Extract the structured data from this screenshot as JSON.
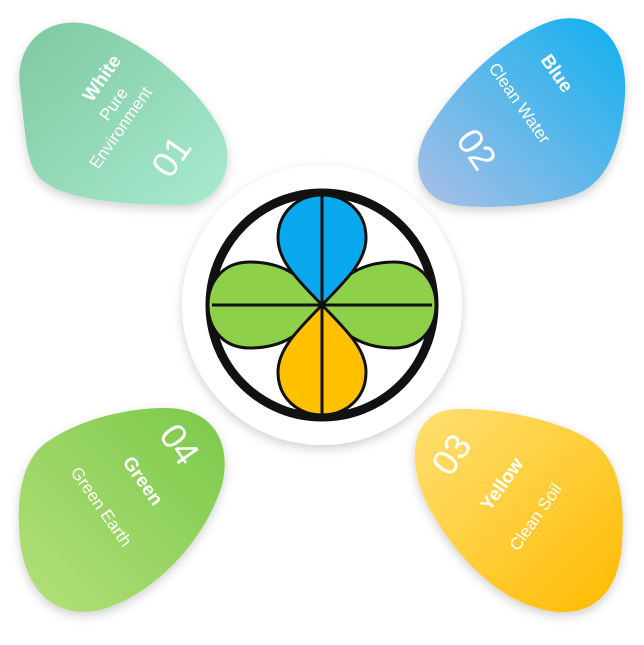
{
  "petals": [
    {
      "id": "white",
      "number": "01",
      "title": "White",
      "subtitle_line1": "Pure",
      "subtitle_line2": "Environment",
      "gradient": [
        "#7ec9a0",
        "#a8ead0"
      ]
    },
    {
      "id": "blue",
      "number": "02",
      "title": "Blue",
      "subtitle_line1": "Clean Water",
      "subtitle_line2": "",
      "gradient": [
        "#0fb0ef",
        "#a9bfe6"
      ]
    },
    {
      "id": "yellow",
      "number": "03",
      "title": "Yellow",
      "subtitle_line1": "Clean Soil",
      "subtitle_line2": "",
      "gradient": [
        "#ffe073",
        "#ffbb00"
      ]
    },
    {
      "id": "green",
      "number": "04",
      "title": "Green",
      "subtitle_line1": "Green Earth",
      "subtitle_line2": "",
      "gradient": [
        "#7bc94a",
        "#b4e07a"
      ]
    }
  ],
  "emblem": {
    "colors": {
      "blue": "#0aa9ef",
      "green": "#8fd04b",
      "yellow": "#ffc000",
      "outline": "#111111"
    }
  }
}
